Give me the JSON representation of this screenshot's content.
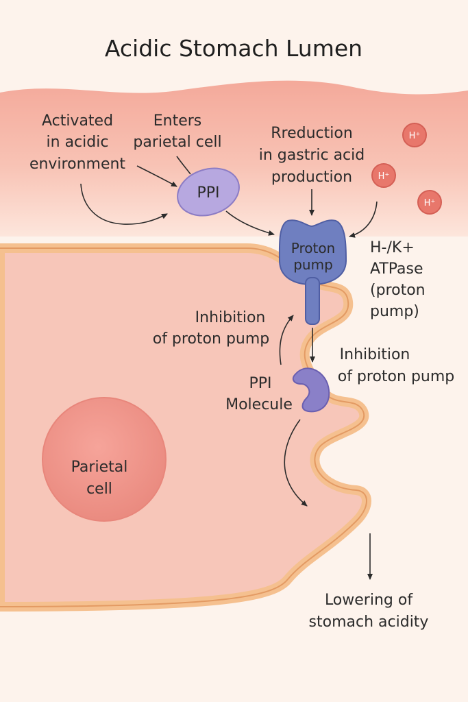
{
  "title": "Acidic Stomach Lumen",
  "labels": {
    "activated": [
      "Activated",
      "in acidic",
      "environment"
    ],
    "enters": [
      "Enters",
      "parietal cell"
    ],
    "reduction": [
      "Rreduction",
      "in gastric acid",
      "production"
    ],
    "ppi": "PPI",
    "proton_pump": [
      "Proton",
      "pump"
    ],
    "atpase": [
      "H-/K+",
      "ATPase",
      "(proton",
      "pump)"
    ],
    "inhibition_left": [
      "Inhibition",
      "of proton pump"
    ],
    "inhibition_right": [
      "Inhibition",
      "of proton pump"
    ],
    "ppi_molecule": [
      "PPI",
      "Molecule"
    ],
    "parietal_cell": [
      "Parietal",
      "cell"
    ],
    "lowering": [
      "Lowering of",
      "stomach acidity"
    ]
  },
  "ions": [
    "H⁺",
    "H⁺",
    "H⁺"
  ],
  "colors": {
    "lumen": "#f5b5a6",
    "cell": "#f7c6b9",
    "membrane": "#f5c08f",
    "membrane_edge": "#e39a63",
    "pump": "#6f7fc0",
    "ppi": "#b7a8e0",
    "nucleus": "#ef9a90",
    "ion": "#e8776b"
  }
}
